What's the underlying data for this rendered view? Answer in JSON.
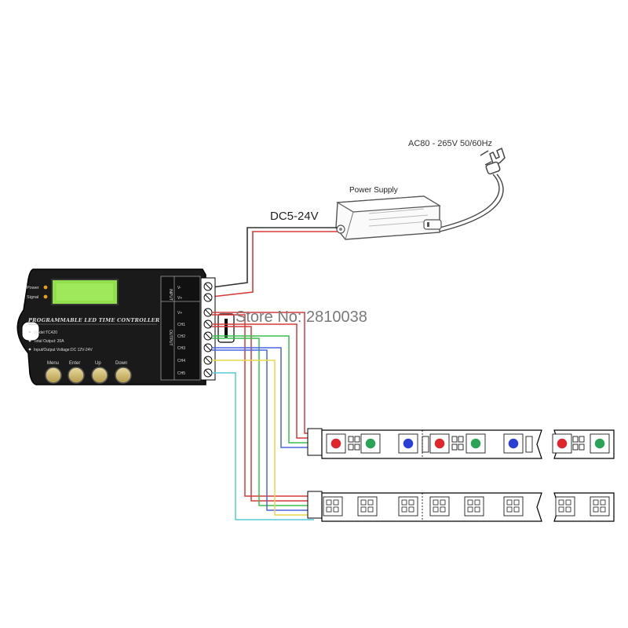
{
  "ac_input_label": "AC80 - 265V 50/60Hz",
  "power_supply_label": "Power Supply",
  "dc_label": "DC5-24V",
  "watermark": "Store No: 2810038",
  "controller": {
    "indicators": [
      "Power",
      "Signal"
    ],
    "title": "PROGRAMMABLE LED TIME CONTROLLER",
    "spec_lines": [
      "Model:TC420",
      "Total Output: 20A",
      "Input/Output Voltage:DC 12V-24V"
    ],
    "buttons": [
      "Menu",
      "Enter",
      "Up",
      "Down"
    ],
    "input_label": "INPUT",
    "output_label": "OUTPUT",
    "terminals": [
      "V-",
      "V+",
      "V+",
      "CH1",
      "CH2",
      "CH3",
      "CH4",
      "CH5"
    ]
  },
  "colors": {
    "red_led": "#e0252b",
    "green_led": "#2aa356",
    "blue_led": "#2b3fd6",
    "wire_red": "#d73a3a",
    "wire_green": "#3fbf4f",
    "wire_blue": "#4a66e0",
    "wire_yellow": "#e8d84a",
    "wire_cyan": "#56c8d8",
    "lcd": "#8fe04a"
  },
  "strip1_leds": [
    "red",
    "green",
    "blue",
    "red",
    "green",
    "blue",
    "red",
    "green"
  ],
  "strip2_led_count": 8
}
